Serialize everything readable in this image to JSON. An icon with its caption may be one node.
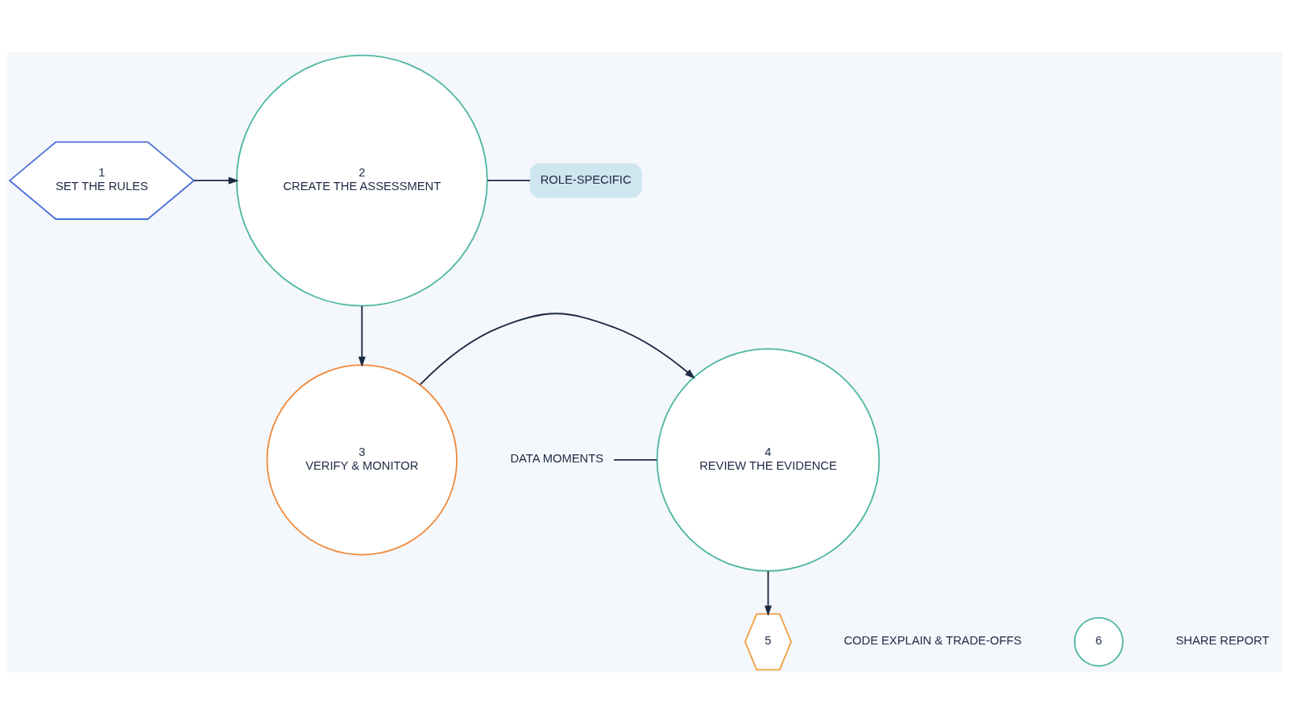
{
  "diagram": {
    "nodes": [
      {
        "text": [
          "1",
          "SET THE RULES"
        ]
      },
      {
        "text": [
          "2",
          "CREATE THE ASSESSMENT"
        ]
      },
      {
        "text": [
          "ROLE-SPECIFIC"
        ]
      },
      {
        "text": [
          "3",
          "VERIFY & MONITOR"
        ]
      },
      {
        "text": [
          "4",
          "REVIEW THE EVIDENCE"
        ]
      },
      {
        "text": [
          "DATA MOMENTS"
        ]
      },
      {
        "text": [
          "5"
        ]
      },
      {
        "text": [
          "6"
        ]
      }
    ],
    "edges": [
      {
        "from": 0,
        "to": 1,
        "arrow": "to"
      },
      {
        "from": 1,
        "to": 3,
        "arrow": "to"
      },
      {
        "from": 3,
        "to": 4,
        "arrow": "to"
      },
      {
        "from": 4,
        "to": 6,
        "arrow": "to"
      },
      {
        "from": 1,
        "to": 2,
        "arrow": "none"
      },
      {
        "from": 5,
        "to": 4,
        "arrow": "none"
      }
    ],
    "labels": [
      "CODE EXPLAIN & TRADE-OFFS",
      "SHARE REPORT"
    ]
  }
}
